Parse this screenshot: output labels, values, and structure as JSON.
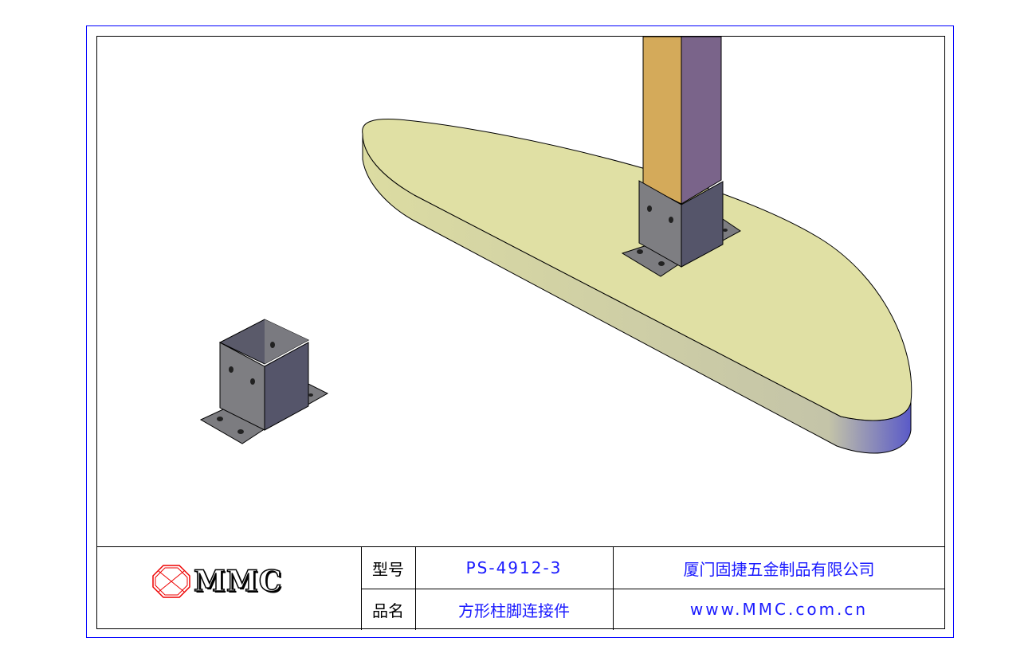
{
  "title_block": {
    "logo_text": "MMC",
    "model_label": "型号",
    "model_value": "PS-4912-3",
    "name_label": "品名",
    "name_value": "方形柱脚连接件",
    "company": "厦门固捷五金制品有限公司",
    "website": "www.MMC.com.cn"
  },
  "colors": {
    "frame": "#0000ff",
    "text_blue": "#1a1aff",
    "slab_top": "#e0e0a4",
    "post_left": "#d4aa5a",
    "post_right": "#7a648a",
    "steel": "#7c7c80"
  }
}
